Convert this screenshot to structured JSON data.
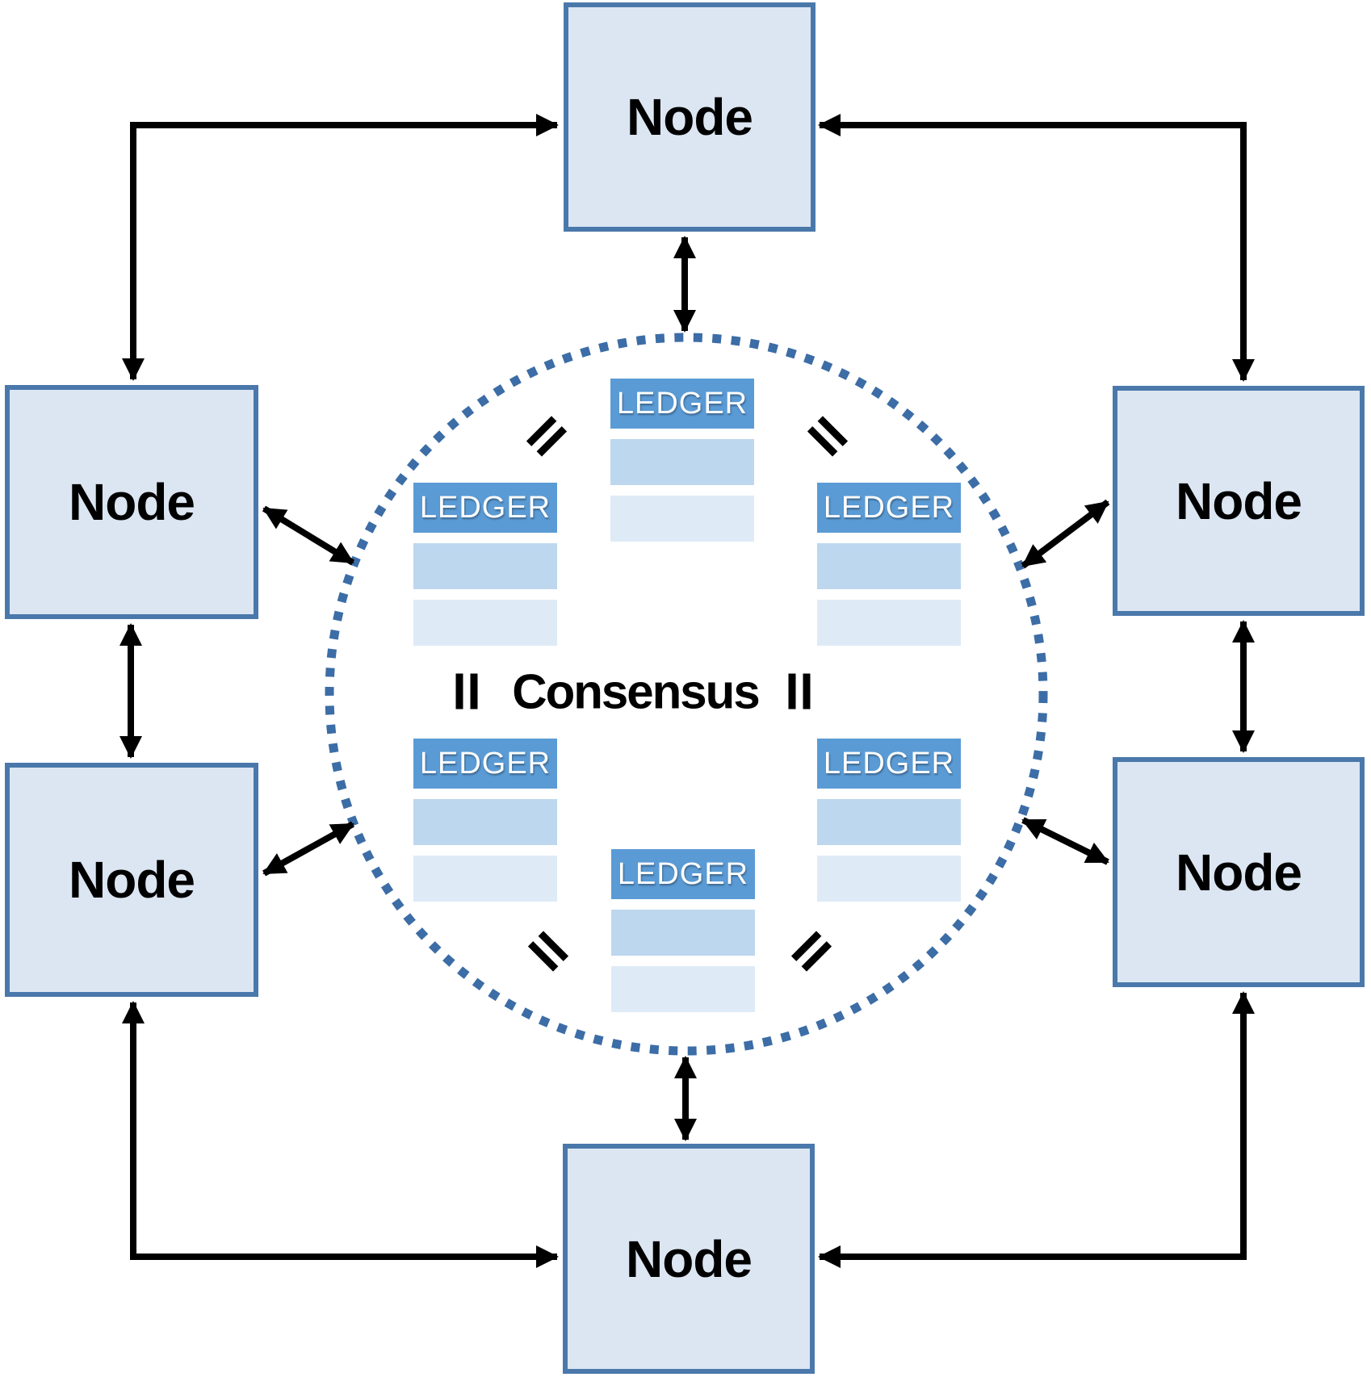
{
  "diagram": {
    "node_label": "Node",
    "ledger_label": "LEDGER",
    "center_label": "Consensus",
    "node_count": 6,
    "ledger_count": 6,
    "equals_sign_count": 6,
    "connector_style": "double-headed-arrows"
  },
  "colors": {
    "background": "#ffffff",
    "node_fill": "#dce6f2",
    "node_border": "#4a78ab",
    "ledger_header_fill": "#5b9bd5",
    "ledger_header_text": "#ffffff",
    "ledger_row_medium": "#bdd7ee",
    "ledger_row_light": "#deebf7",
    "circle_dot": "#3c6da6",
    "arrow": "#000000",
    "label_text": "#000000"
  }
}
